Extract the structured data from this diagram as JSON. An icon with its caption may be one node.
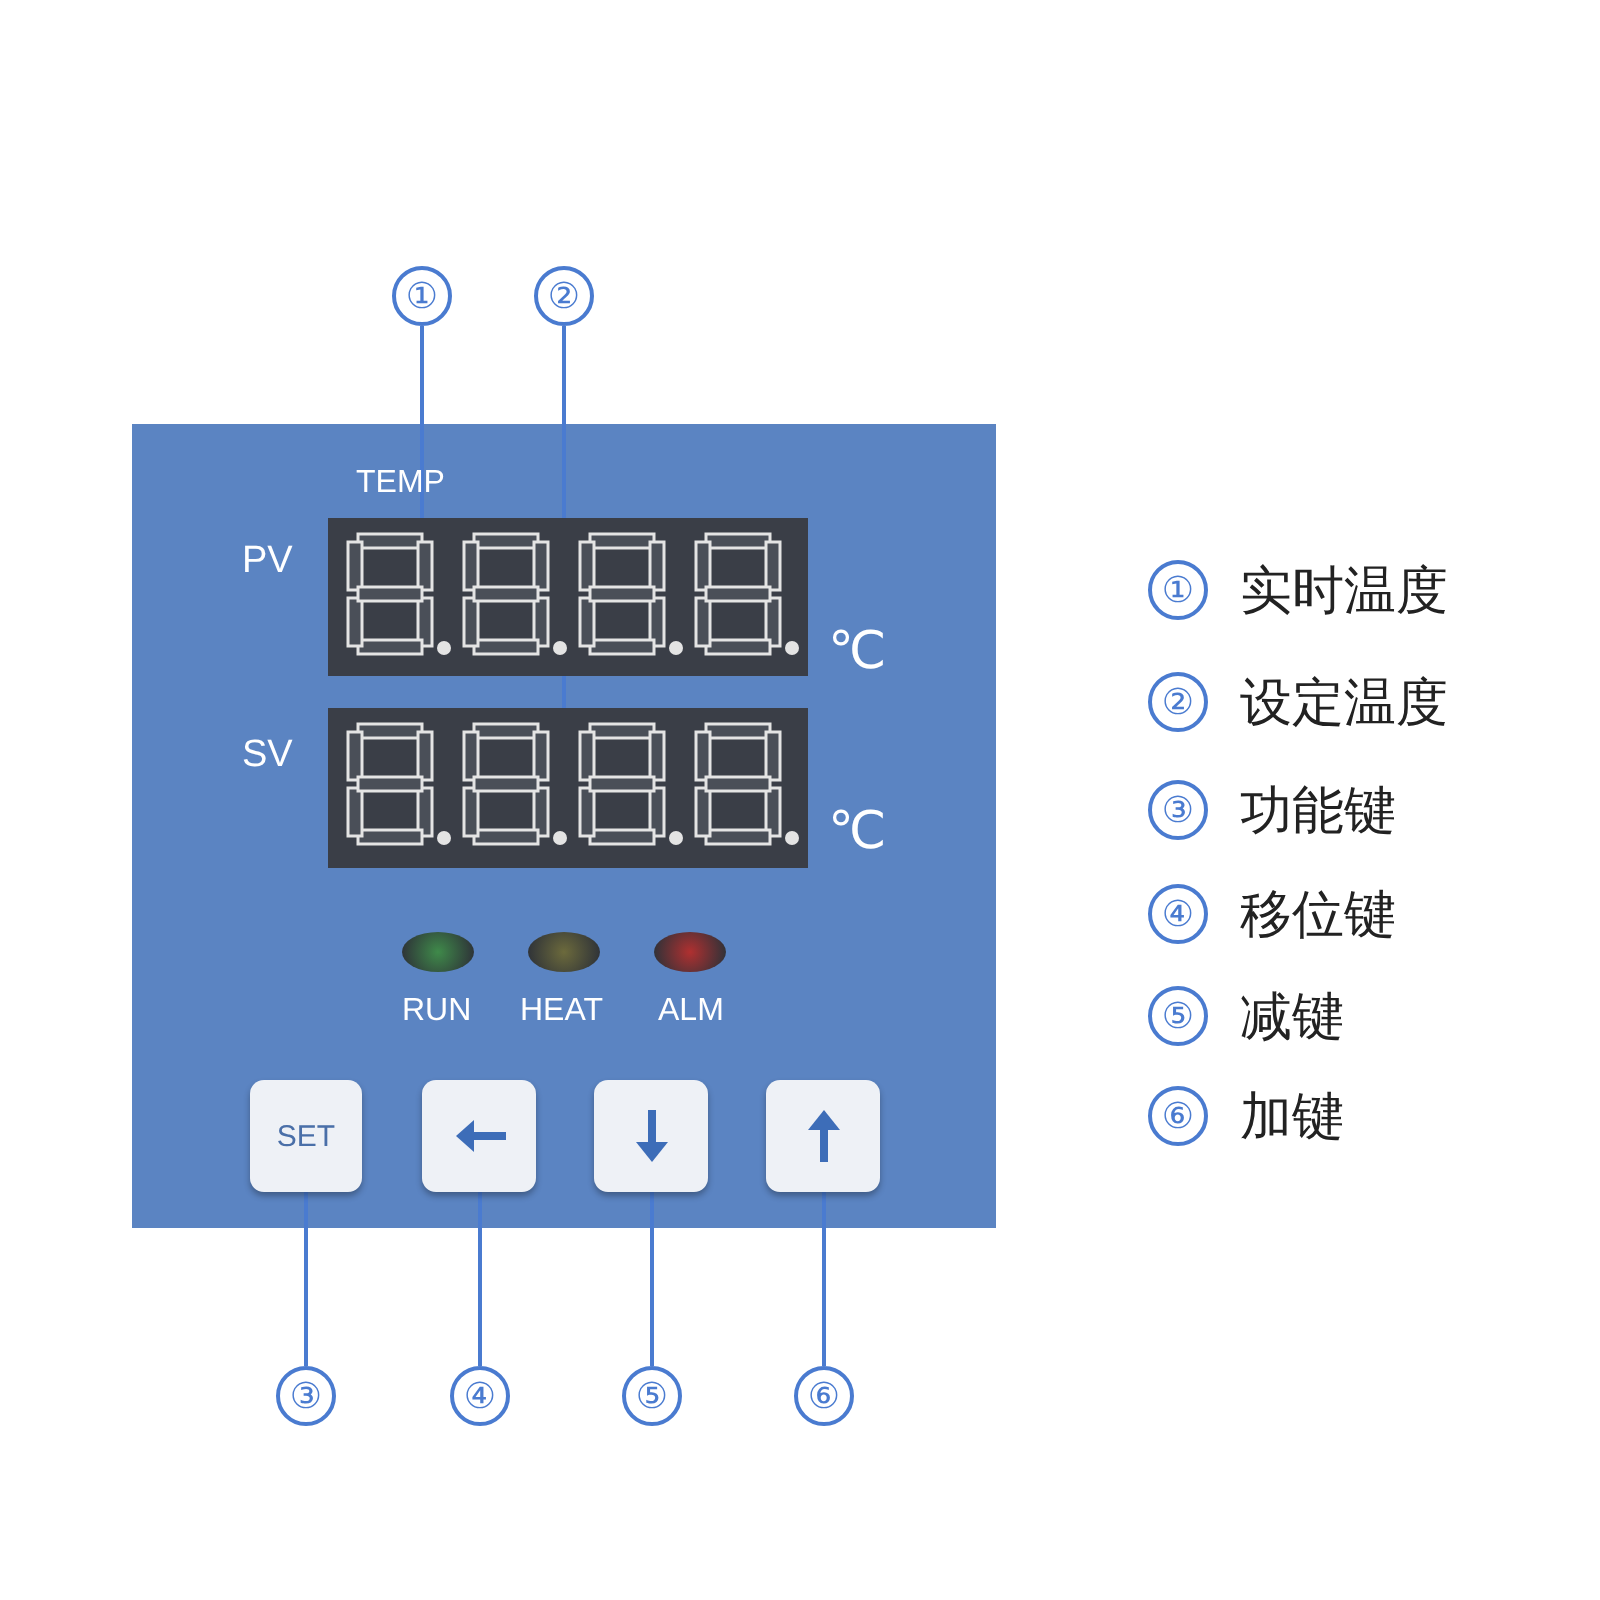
{
  "diagram": {
    "nodes": [
      {
        "text": [
          "①"
        ]
      },
      {
        "text": [
          "②"
        ]
      },
      {
        "text": [],
        "shape": "box"
      },
      {
        "text": [],
        "shape": "box"
      },
      {
        "text": [
          "SET"
        ]
      },
      {
        "text": [],
        "shape": "box"
      },
      {
        "text": [],
        "shape": "box"
      },
      {
        "text": [],
        "shape": "box"
      },
      {
        "text": [
          "③"
        ]
      },
      {
        "text": [
          "④"
        ]
      },
      {
        "text": [
          "⑤"
        ]
      },
      {
        "text": [
          "⑥"
        ]
      },
      {
        "text": [
          "①"
        ],
        "beside": [
          "实时温度"
        ]
      },
      {
        "text": [
          "②"
        ],
        "beside": [
          "设定温度"
        ]
      },
      {
        "text": [
          "③"
        ],
        "beside": [
          "功能键"
        ]
      },
      {
        "text": [
          "④"
        ],
        "beside": [
          "移位键"
        ]
      },
      {
        "text": [
          "⑤"
        ],
        "beside": [
          "减键"
        ]
      },
      {
        "text": [
          "⑥"
        ],
        "beside": [
          "加键"
        ]
      }
    ],
    "edges": [
      {
        "from": 0,
        "to": 2,
        "arrow": "none"
      },
      {
        "from": 1,
        "to": 3,
        "arrow": "none"
      },
      {
        "from": 8,
        "to": 4,
        "arrow": "none"
      },
      {
        "from": 9,
        "to": 5,
        "arrow": "none"
      },
      {
        "from": 10,
        "to": 6,
        "arrow": "none"
      },
      {
        "from": 11,
        "to": 7,
        "arrow": "none"
      }
    ],
    "labels": [
      "TEMP",
      "PV",
      "℃",
      "SV",
      "℃",
      "RUN",
      "HEAT",
      "ALM"
    ]
  }
}
